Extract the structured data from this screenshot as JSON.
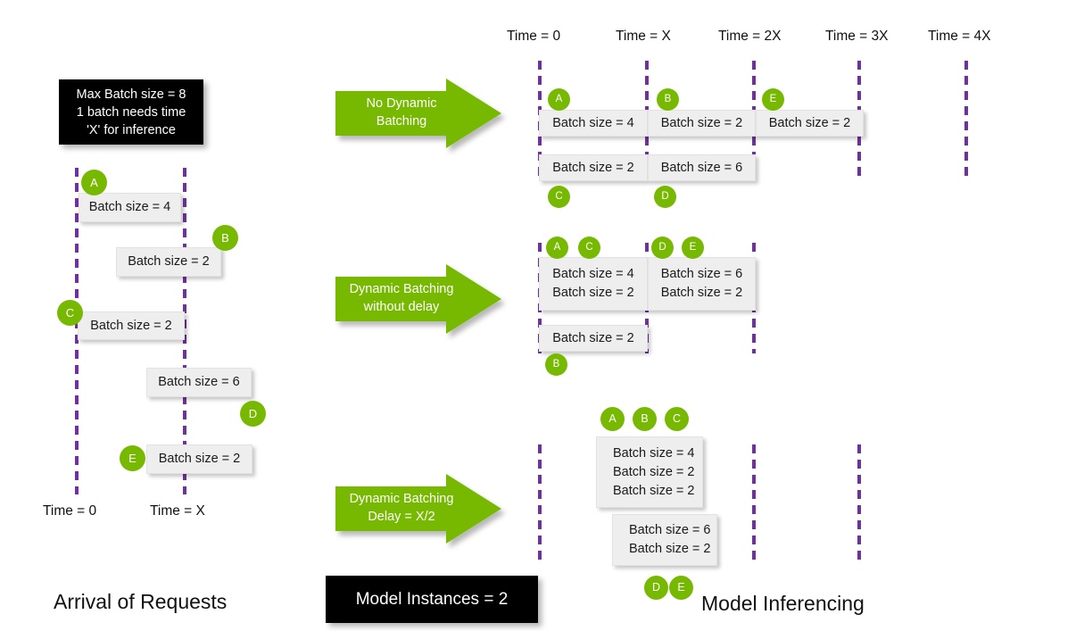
{
  "colors": {
    "green": "#76B900",
    "purple": "#7030A0",
    "box_bg": "#EEEEEE",
    "black": "#000000"
  },
  "notes": {
    "max_batch": {
      "line1": "Max Batch size = 8",
      "line2": "1 batch needs time",
      "line3": "'X' for inference"
    },
    "model_instances": "Model Instances = 2"
  },
  "captions": {
    "left": "Arrival of Requests",
    "right": "Model Inferencing"
  },
  "left_panel": {
    "axis_labels": [
      {
        "text": "Time = 0"
      },
      {
        "text": "Time = X"
      }
    ],
    "requests": [
      {
        "id": "A",
        "label": "Batch size = 4"
      },
      {
        "id": "B",
        "label": "Batch size = 2"
      },
      {
        "id": "C",
        "label": "Batch size = 2"
      },
      {
        "id": "D",
        "label": "Batch size = 6"
      },
      {
        "id": "E",
        "label": "Batch size = 2"
      }
    ]
  },
  "right_panel": {
    "axis_labels": [
      {
        "text": "Time = 0"
      },
      {
        "text": "Time = X"
      },
      {
        "text": "Time = 2X"
      },
      {
        "text": "Time = 3X"
      },
      {
        "text": "Time = 4X"
      }
    ],
    "rows": [
      {
        "arrow_label_line1": "No Dynamic",
        "arrow_label_line2": "Batching",
        "instance1": [
          {
            "badges": [
              "A"
            ],
            "lines": [
              "Batch size = 4"
            ]
          },
          {
            "badges": [
              "B"
            ],
            "lines": [
              "Batch size = 2"
            ]
          },
          {
            "badges": [
              "E"
            ],
            "lines": [
              "Batch size = 2"
            ]
          }
        ],
        "instance2": [
          {
            "badges": [
              "C"
            ],
            "lines": [
              "Batch size = 2"
            ]
          },
          {
            "badges": [
              "D"
            ],
            "lines": [
              "Batch size = 6"
            ]
          }
        ]
      },
      {
        "arrow_label_line1": "Dynamic Batching",
        "arrow_label_line2": "without delay",
        "instance1": [
          {
            "badges": [
              "A",
              "C"
            ],
            "lines": [
              "Batch size = 4",
              "Batch size = 2"
            ]
          },
          {
            "badges": [
              "D",
              "E"
            ],
            "lines": [
              "Batch size = 6",
              "Batch size = 2"
            ]
          }
        ],
        "instance2": [
          {
            "badges": [
              "B"
            ],
            "lines": [
              "Batch size = 2"
            ]
          }
        ]
      },
      {
        "arrow_label_line1": "Dynamic Batching",
        "arrow_label_line2": "Delay = X/2",
        "instance1": [
          {
            "badges": [
              "A",
              "B",
              "C"
            ],
            "lines": [
              "Batch size = 4",
              "Batch size = 2",
              "Batch size = 2"
            ]
          }
        ],
        "instance2": [
          {
            "badges": [
              "D",
              "E"
            ],
            "lines": [
              "Batch size = 6",
              "Batch size = 2"
            ]
          }
        ]
      }
    ]
  }
}
